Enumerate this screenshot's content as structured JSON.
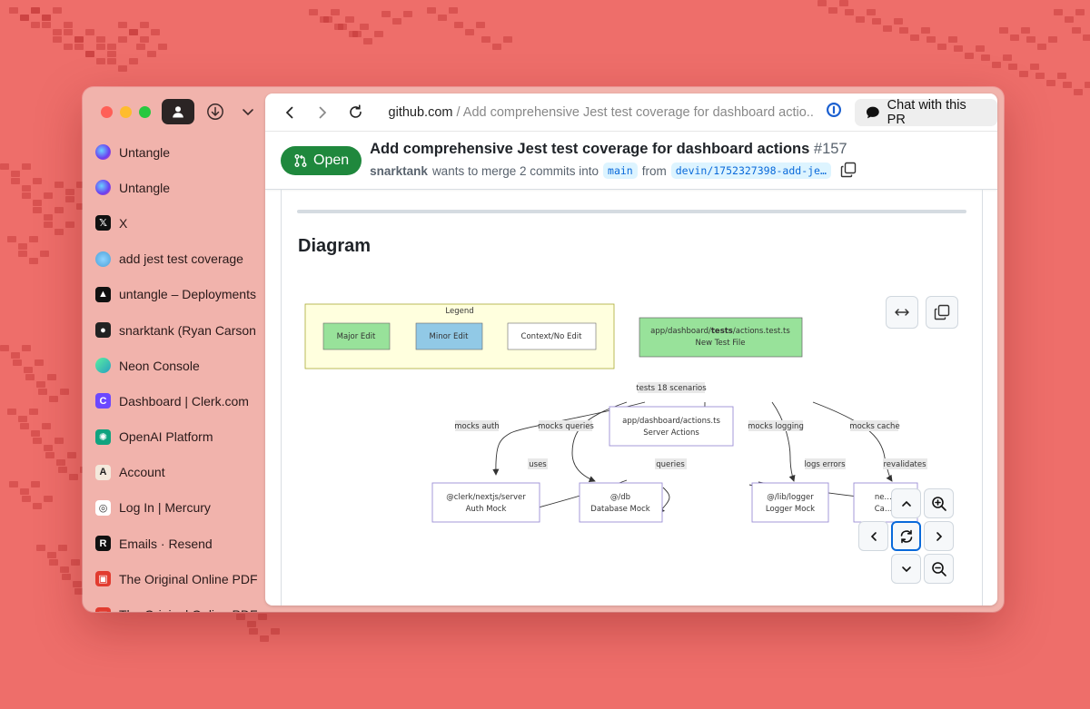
{
  "browser": {
    "tabs": [
      {
        "label": "Untangle",
        "icon": "untangle-icon"
      },
      {
        "label": "Untangle",
        "icon": "untangle-icon"
      },
      {
        "label": "X",
        "icon": "x-logo-icon"
      },
      {
        "label": "add jest test coverage",
        "icon": "devin-icon"
      },
      {
        "label": "untangle – Deployments",
        "icon": "vercel-icon"
      },
      {
        "label": "snarktank (Ryan Carson",
        "icon": "github-icon"
      },
      {
        "label": "Neon Console",
        "icon": "neon-icon"
      },
      {
        "label": "Dashboard | Clerk.com",
        "icon": "clerk-icon"
      },
      {
        "label": "OpenAI Platform",
        "icon": "openai-icon"
      },
      {
        "label": "Account",
        "icon": "anthropic-icon"
      },
      {
        "label": "Log In | Mercury",
        "icon": "mercury-icon"
      },
      {
        "label": "Emails · Resend",
        "icon": "resend-icon"
      },
      {
        "label": "The Original Online PDF",
        "icon": "pdf-icon"
      },
      {
        "label": "The Original Online PDF",
        "icon": "pdf-icon"
      }
    ],
    "url_domain": "github.com",
    "url_path": " / Add comprehensive Jest test coverage for dashboard actio...",
    "chat_button_label": "Chat with this PR"
  },
  "pr": {
    "status": "Open",
    "title": "Add comprehensive Jest test coverage for dashboard actions",
    "number": "#157",
    "author": "snarktank",
    "merge_text": "wants to merge 2 commits into",
    "base_branch": "main",
    "from_text": "from",
    "head_branch": "devin/1752327398-add-je…"
  },
  "section": {
    "title": "Diagram"
  },
  "diagram": {
    "legend_title": "Legend",
    "legend_major": "Major Edit",
    "legend_minor": "Minor Edit",
    "legend_context": "Context/No Edit",
    "test_file_path_pre": "app/dashboard/",
    "test_file_path_bold": "tests",
    "test_file_path_post": "/actions.test.ts",
    "test_file_desc": "New Test File",
    "actions_path": "app/dashboard/actions.ts",
    "actions_desc": "Server Actions",
    "clerk_path": "@clerk/nextjs/server",
    "clerk_desc": "Auth Mock",
    "db_path": "@/db",
    "db_desc": "Database Mock",
    "logger_path": "@/lib/logger",
    "logger_desc": "Logger Mock",
    "cache_path": "ne…e",
    "cache_desc": "Ca…k",
    "edge_tests": "tests 18 scenarios",
    "edge_mocks_auth": "mocks auth",
    "edge_mocks_queries": "mocks queries",
    "edge_mocks_logging": "mocks logging",
    "edge_mocks_cache": "mocks cache",
    "edge_uses": "uses",
    "edge_queries": "queries",
    "edge_logs_errors": "logs errors",
    "edge_revalidates": "revalidates",
    "colors": {
      "major": "#98e29a",
      "minor": "#91c9e6",
      "context": "#ffffff",
      "legend_bg": "#ffffde",
      "node_border": "#9b8fd6"
    }
  }
}
